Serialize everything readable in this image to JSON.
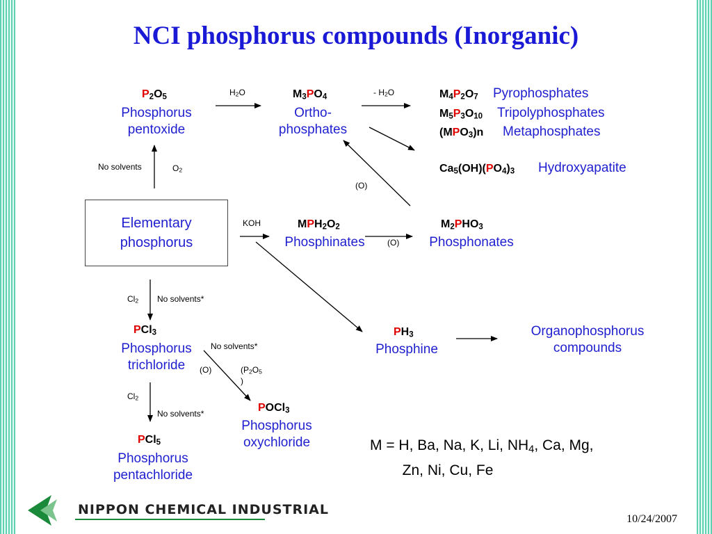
{
  "title": "NCI phosphorus compounds (Inorganic)",
  "nodes": {
    "p2o5": {
      "formula_html": "<span class=\"p\">P</span><sub>2</sub>O<sub>5</sub>",
      "name": "Phosphorus\npentoxide"
    },
    "m3po4": {
      "formula_html": "M<sub>3</sub><span class=\"p\">P</span>O<sub>4</sub>",
      "name": "Ortho-\nphosphates"
    },
    "m4p2o7": {
      "formula_html": "M<sub>4</sub><span class=\"p\">P</span><sub>2</sub>O<sub>7</sub>",
      "name": "Pyrophosphates"
    },
    "m5p3o10": {
      "formula_html": "M<sub>5</sub><span class=\"p\">P</span><sub>3</sub>O<sub>10</sub>",
      "name": "Tripolyphosphates"
    },
    "mpo3n": {
      "formula_html": "(M<span class=\"p\">P</span>O<sub>3</sub>)n",
      "name": "Metaphosphates"
    },
    "hydroxyapatite": {
      "formula_html": "Ca<sub>5</sub>(OH)(<span class=\"p\">P</span>O<sub>4</sub>)<sub>3</sub>",
      "name": "Hydroxyapatite"
    },
    "elementary": {
      "name": "Elementary\nphosphorus"
    },
    "mph2o2": {
      "formula_html": "M<span class=\"p\">P</span>H<sub>2</sub>O<sub>2</sub>",
      "name": "Phosphinates"
    },
    "m2pho3": {
      "formula_html": "M<sub>2</sub><span class=\"p\">P</span>HO<sub>3</sub>",
      "name": "Phosphonates"
    },
    "pcl3": {
      "formula_html": "<span class=\"p\">P</span>Cl<sub>3</sub>",
      "name": "Phosphorus\ntrichloride"
    },
    "ph3": {
      "formula_html": "<span class=\"p\">P</span>H<sub>3</sub>",
      "name": "Phosphine"
    },
    "organo": {
      "name": "Organophosphorus\ncompounds"
    },
    "pocl3": {
      "formula_html": "<span class=\"p\">P</span>OCl<sub>3</sub>",
      "name": "Phosphorus\noxychloride"
    },
    "pcl5": {
      "formula_html": "<span class=\"p\">P</span>Cl<sub>5</sub>",
      "name": "Phosphorus\npentachloride"
    }
  },
  "labels": {
    "h2o": "H<sub>2</sub>O",
    "minus_h2o": "- H<sub>2</sub>O",
    "no_solvents_1": "No solvents",
    "o2": "O<sub>2</sub>",
    "o_1": "(O)",
    "koh": "KOH",
    "o_2": "(O)",
    "cl2_1": "Cl<sub>2</sub>",
    "no_solvents_2": "No solvents*",
    "no_solvents_3": "No solvents*",
    "o_3": "(O)",
    "p2o5_cond": "(P<sub>2</sub>O<sub>5</sub>\n)",
    "cl2_2": "Cl<sub>2</sub>",
    "no_solvents_4": "No solvents*"
  },
  "m_note": "M = H, Ba, Na, K, Li, NH<sub>4</sub>, Ca, Mg,\n&nbsp;&nbsp;&nbsp;&nbsp;&nbsp;&nbsp;&nbsp;&nbsp;Zn, Ni, Cu, Fe",
  "company": "NIPPON CHEMICAL INDUSTRIAL",
  "date": "10/24/2007",
  "colors": {
    "title": "#1a1ad6",
    "name_blue": "#1f1fcf",
    "phosphorus_red": "#e00000",
    "stripe": "#5fd0b0",
    "logo_green": "#1a8a3a"
  }
}
